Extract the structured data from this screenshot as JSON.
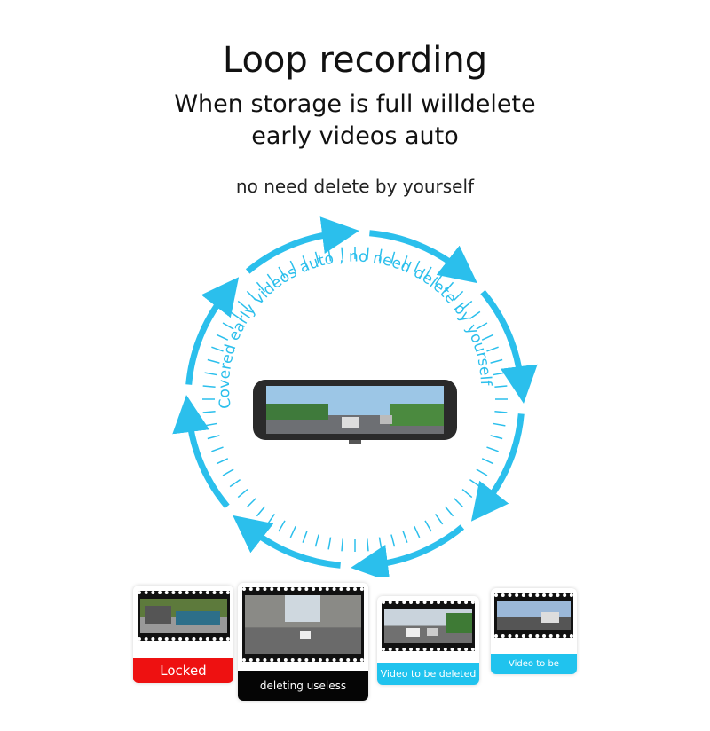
{
  "header": {
    "title": "Loop recording",
    "subtitle_line1": "When storage is full willdelete",
    "subtitle_line2": "early videos auto",
    "note": "no need delete by yourself"
  },
  "ring": {
    "curved_text": "Covered early videos auto , no need delete by yourself",
    "arrow_color": "#2bbfec"
  },
  "cards": [
    {
      "label": "Locked",
      "color": "#ee1111"
    },
    {
      "label": "deleting useless video....",
      "color": "#050505"
    },
    {
      "label": "Video to be deleted",
      "color": "#20c3ee"
    },
    {
      "label": "Video to be deleted",
      "color": "#20c3ee"
    }
  ]
}
